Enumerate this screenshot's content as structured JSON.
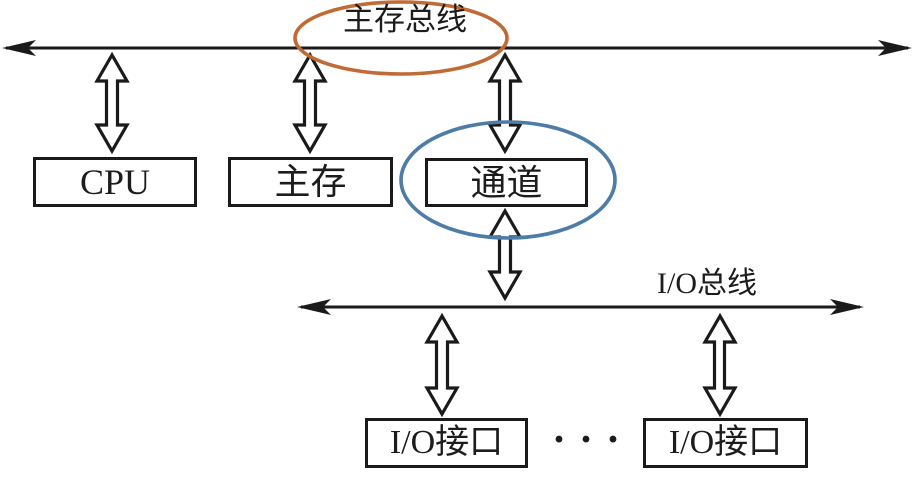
{
  "diagram": {
    "buses": {
      "main_bus_label": "主存总线",
      "io_bus_label": "I/O总线"
    },
    "boxes": {
      "cpu": "CPU",
      "main_memory": "主存",
      "channel": "通道",
      "io_interface_1": "I/O接口",
      "io_interface_2": "I/O接口"
    },
    "ellipsis": "···",
    "annotations": {
      "main_bus_highlight_color": "#c06a35",
      "channel_highlight_color": "#4d7ca6"
    },
    "line_color": "#1a1a1a"
  }
}
